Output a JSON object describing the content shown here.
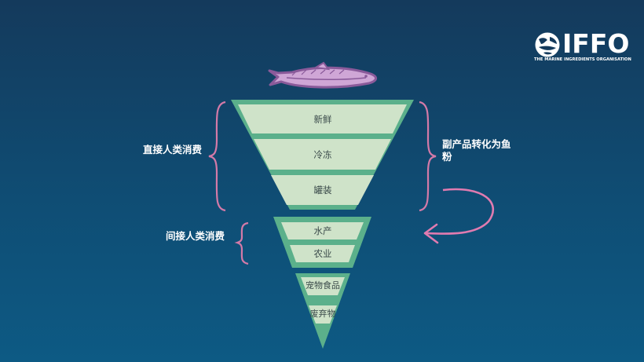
{
  "logo": {
    "wordmark": "IFFO",
    "tagline": "THE MARINE INGREDIENTS ORGANISATION",
    "icon": "globe-fish-icon"
  },
  "tiers": [
    {
      "label": "新鲜"
    },
    {
      "label": "冷冻"
    },
    {
      "label": "罐装"
    },
    {
      "label": "水产"
    },
    {
      "label": "农业"
    },
    {
      "label": "宠物食品"
    },
    {
      "label": "废弃物"
    }
  ],
  "annotations": {
    "direct": "直接人类消费",
    "indirect": "间接人类消费",
    "byproduct_line1": "副产品转化为鱼",
    "byproduct_line2": "粉"
  },
  "colors": {
    "background_top": "#143a5c",
    "background_bottom": "#0d5a84",
    "tier_fill": "#cfe3c9",
    "tier_border": "#5bb08b",
    "brace": "#d47aa8",
    "arrow": "#e07bb0",
    "fish_fill": "#cfa6d6",
    "fish_stroke": "#8a5a9a"
  }
}
